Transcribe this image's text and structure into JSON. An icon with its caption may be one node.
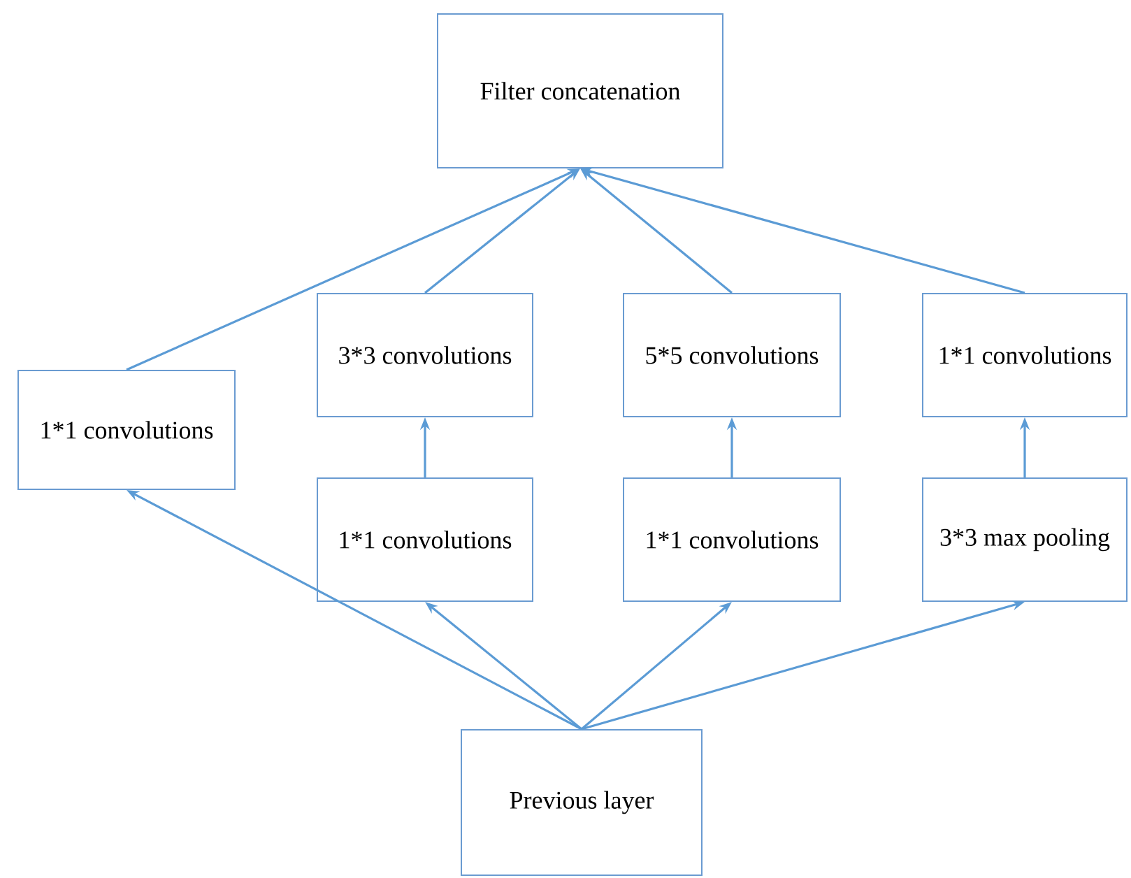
{
  "diagram": {
    "nodes": [
      {
        "text": [
          "Filter concatenation"
        ]
      },
      {
        "text": [
          "1*1 convolutions"
        ]
      },
      {
        "text": [
          "3*3 convolutions"
        ]
      },
      {
        "text": [
          "5*5 convolutions"
        ]
      },
      {
        "text": [
          "1*1 convolutions"
        ]
      },
      {
        "text": [
          "1*1 convolutions"
        ]
      },
      {
        "text": [
          "1*1 convolutions"
        ]
      },
      {
        "text": [
          "3*3 max pooling"
        ]
      },
      {
        "text": [
          "Previous layer"
        ]
      }
    ],
    "edges": [
      {
        "from": 8,
        "to": 1,
        "arrow": "to"
      },
      {
        "from": 8,
        "to": 5,
        "arrow": "to"
      },
      {
        "from": 8,
        "to": 6,
        "arrow": "to"
      },
      {
        "from": 8,
        "to": 7,
        "arrow": "to"
      },
      {
        "from": 5,
        "to": 2,
        "arrow": "to"
      },
      {
        "from": 6,
        "to": 3,
        "arrow": "to"
      },
      {
        "from": 7,
        "to": 4,
        "arrow": "to"
      },
      {
        "from": 1,
        "to": 0,
        "arrow": "to"
      },
      {
        "from": 2,
        "to": 0,
        "arrow": "to"
      },
      {
        "from": 3,
        "to": 0,
        "arrow": "to"
      },
      {
        "from": 4,
        "to": 0,
        "arrow": "to"
      }
    ]
  }
}
